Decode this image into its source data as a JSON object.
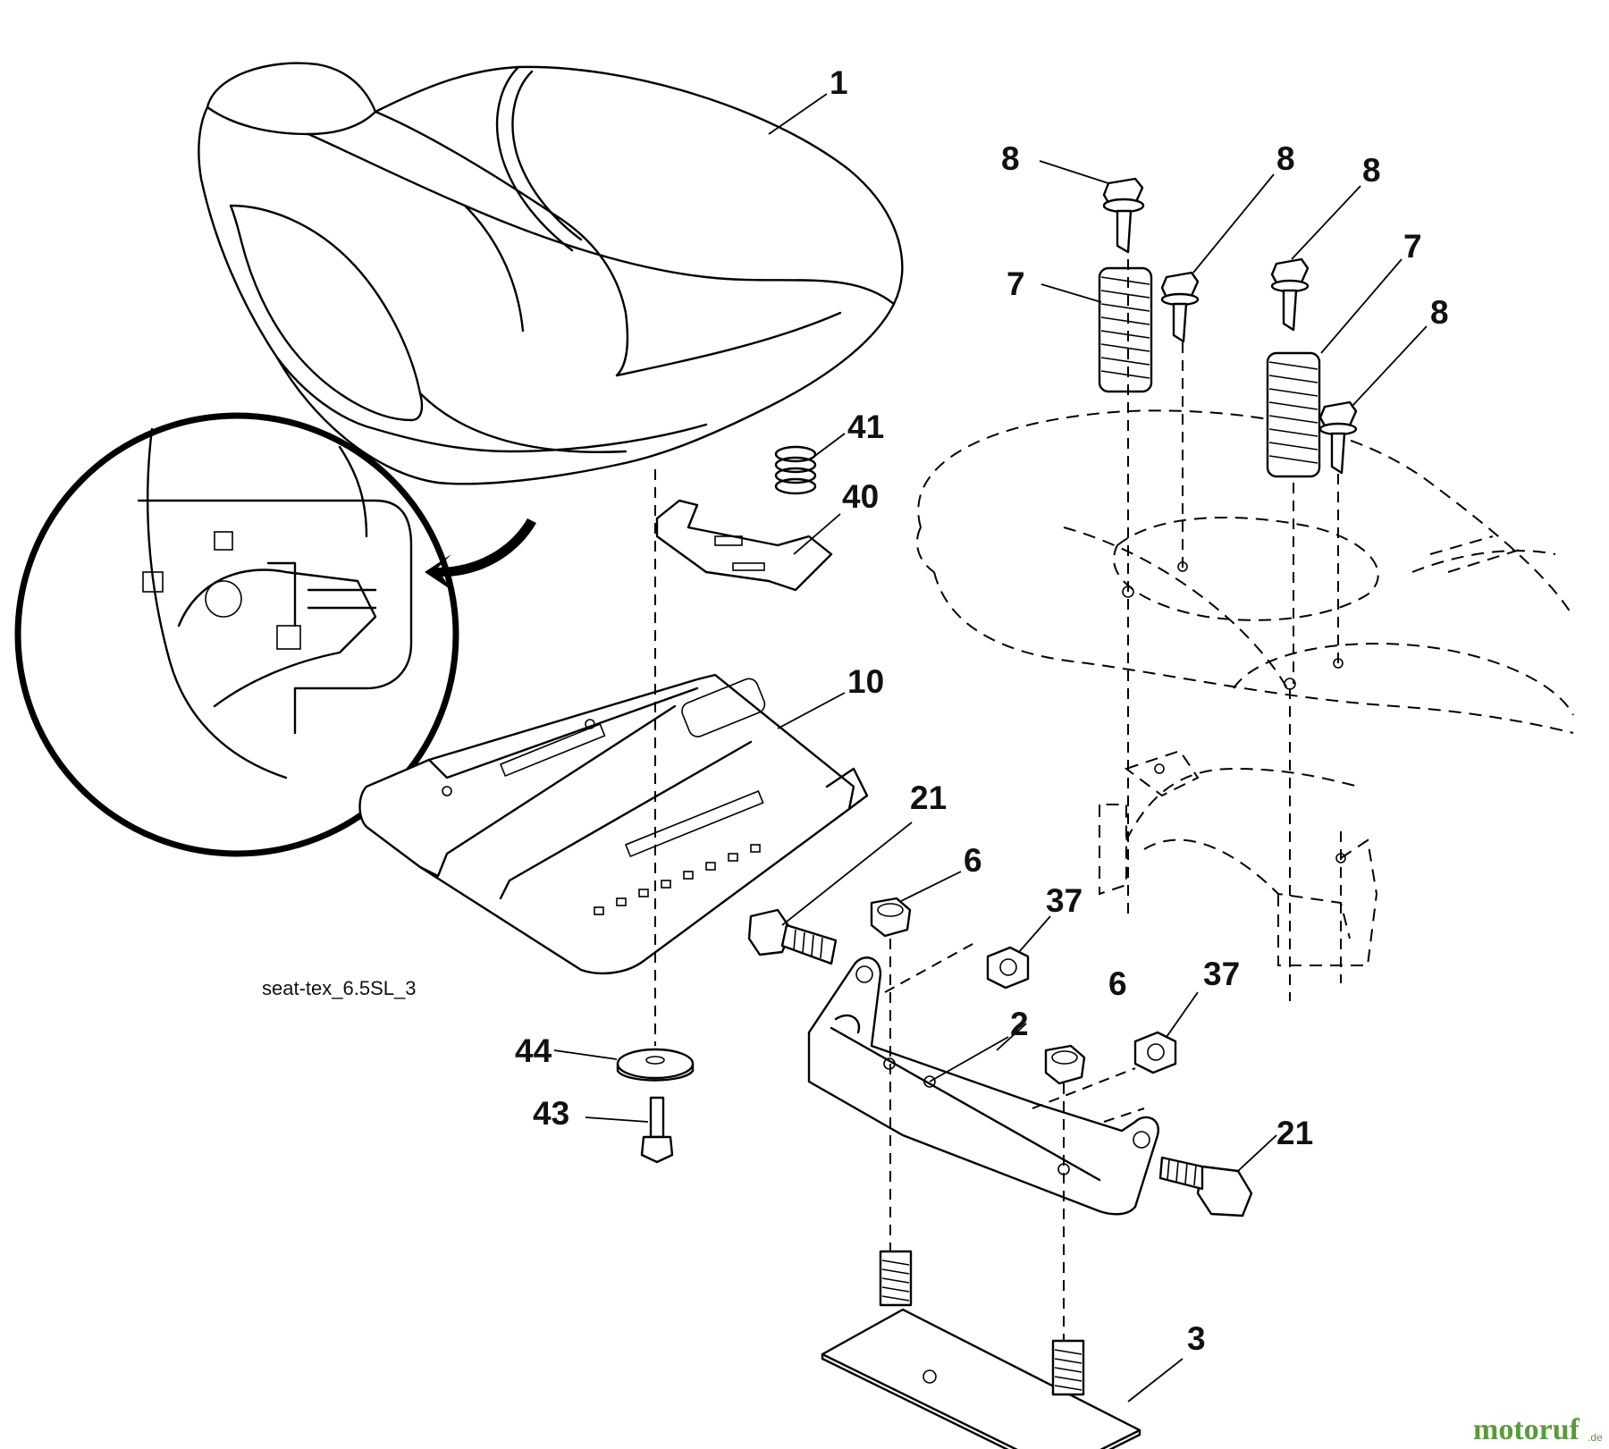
{
  "drawing_code": "seat-tex_6.5SL_3",
  "watermark": {
    "brand": "motoruf",
    "suffix": ".de",
    "color": "#5a9a3a"
  },
  "callouts": [
    "1",
    "8",
    "8",
    "8",
    "7",
    "7",
    "8",
    "41",
    "40",
    "10",
    "21",
    "6",
    "37",
    "6",
    "37",
    "2",
    "44",
    "43",
    "21",
    "3"
  ]
}
